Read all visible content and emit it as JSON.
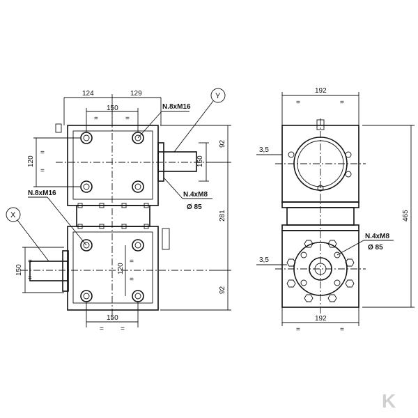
{
  "front_view": {
    "dim_left_width": "124",
    "dim_right_width": "129",
    "dim_top_bolt_spacing": "150",
    "dim_bottom_bolt_spacing": "150",
    "dim_top_vertical_bolt": "120",
    "dim_bottom_vertical_bolt": "120",
    "dim_shaft_y_height": "150",
    "dim_shaft_x_height": "150",
    "dim_upper_offset": "92",
    "dim_center_distance": "281",
    "dim_lower_offset": "92",
    "eq_mark": "=",
    "label_upper_bolts": "N.8xM16",
    "label_lower_bolts": "N.8xM16",
    "label_flange_bolts": "N.4xM8",
    "label_flange_dia": "Ø 85",
    "shaft_y_label": "Y",
    "shaft_x_label": "X"
  },
  "side_view": {
    "dim_top_width": "192",
    "dim_bottom_width": "192",
    "dim_total_height": "465",
    "dim_upper_gap": "3,5",
    "dim_lower_gap": "3,5",
    "eq_mark": "=",
    "label_flange_bolts": "N.4xM8",
    "label_flange_dia": "Ø 85"
  },
  "logo": {
    "text": "K"
  }
}
